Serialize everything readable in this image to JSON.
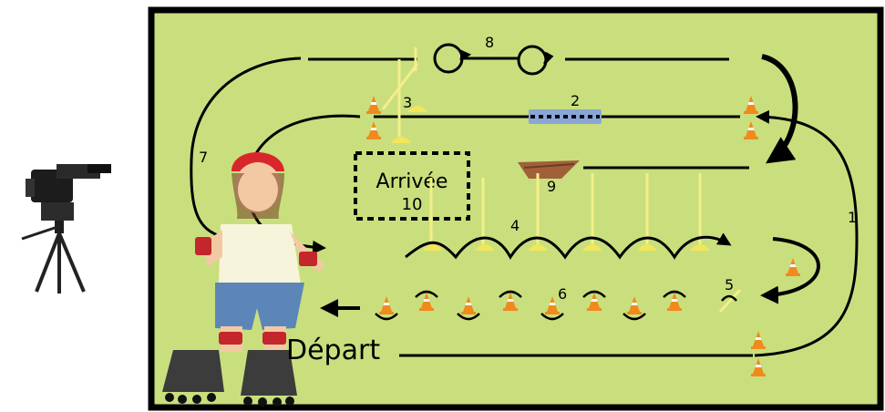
{
  "course": {
    "start_label": "Départ",
    "finish_label": "Arrivée",
    "finish_number": "10",
    "stations": [
      "1",
      "2",
      "3",
      "4",
      "5",
      "6",
      "7",
      "8",
      "9"
    ]
  },
  "colors": {
    "field": "#c9df7e",
    "border": "#000000",
    "cone": "#f08a1c",
    "pole": "#f4ef8a",
    "plank": "#8aa6d8",
    "ramp": "#a0603a"
  },
  "icons": [
    "video-camera-icon",
    "child-skater-figure",
    "traffic-cone-icon"
  ]
}
